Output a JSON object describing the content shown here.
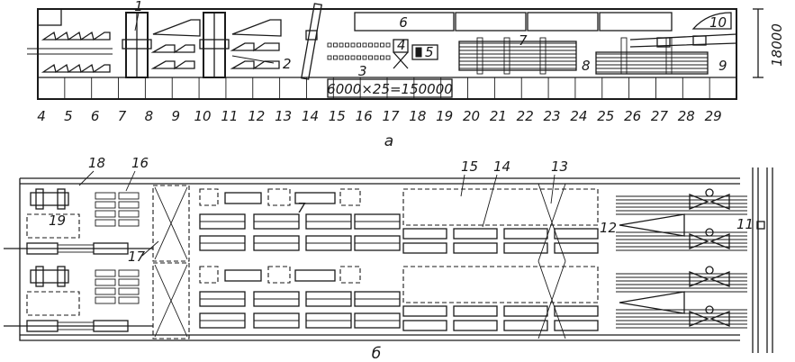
{
  "plan_a": {
    "scale_numbers": [
      "4",
      "5",
      "6",
      "7",
      "8",
      "9",
      "10",
      "11",
      "12",
      "13",
      "14",
      "15",
      "16",
      "17",
      "18",
      "19",
      "20",
      "21",
      "22",
      "23",
      "24",
      "25",
      "26",
      "27",
      "28",
      "29"
    ],
    "dimension_text": "6000×25=150000",
    "width_text": "18000",
    "callouts": {
      "c1": "1",
      "c2": "2",
      "c3": "3",
      "c4": "4",
      "c5": "5",
      "c6": "6",
      "c7": "7",
      "c8": "8",
      "c9": "9",
      "c10": "10"
    },
    "caption": "а"
  },
  "plan_b": {
    "callouts": {
      "c18": "18",
      "c16": "16",
      "c19": "19",
      "c17": "17",
      "c7": "7",
      "c15": "15",
      "c14": "14",
      "c13": "13",
      "c12": "12",
      "c11": "11"
    },
    "caption": "б"
  }
}
